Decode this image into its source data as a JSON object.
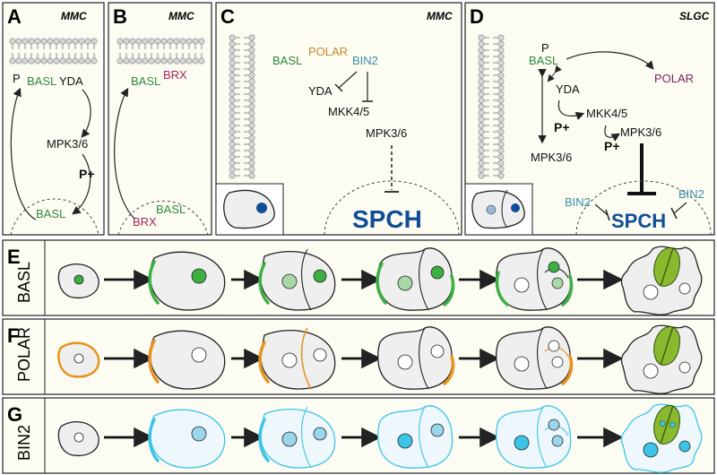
{
  "panels": {
    "A": {
      "letter": "A",
      "tag": "MMC",
      "basl_top": "BASL",
      "p_small": "P",
      "yda": "YDA",
      "mpk": "MPK3/6",
      "p_plus": "P+",
      "basl_bottom": "BASL"
    },
    "B": {
      "letter": "B",
      "tag": "MMC",
      "basl_top": "BASL",
      "brx_top": "BRX",
      "basl_bottom": "BASL",
      "brx_bottom": "BRX"
    },
    "C": {
      "letter": "C",
      "tag": "MMC",
      "basl": "BASL",
      "polar": "POLAR",
      "bin2": "BIN2",
      "yda": "YDA",
      "mkk": "MKK4/5",
      "mpk": "MPK3/6",
      "spch": "SPCH"
    },
    "D": {
      "letter": "D",
      "tag": "SLGC",
      "p_small": "P",
      "basl": "BASL",
      "polar": "POLAR",
      "yda": "YDA",
      "mkk": "MKK4/5",
      "p_plus_1": "P+",
      "mpk_right": "MPK3/6",
      "mpk_left": "MPK3/6",
      "p_plus_2": "P+",
      "bin2_left": "BIN2",
      "bin2_right": "BIN2",
      "spch": "SPCH"
    }
  },
  "rows": [
    {
      "letter": "E",
      "label": "BASL",
      "color": "#3cb043"
    },
    {
      "letter": "F",
      "label": "POLAR",
      "color": "#e8931f"
    },
    {
      "letter": "G",
      "label": "BIN2",
      "color": "#3cc4e8"
    }
  ],
  "colors": {
    "nucleus_blue": "#0f4e96",
    "spch_blue": "#0f4e96",
    "stomata_green": "#8ab82e"
  }
}
